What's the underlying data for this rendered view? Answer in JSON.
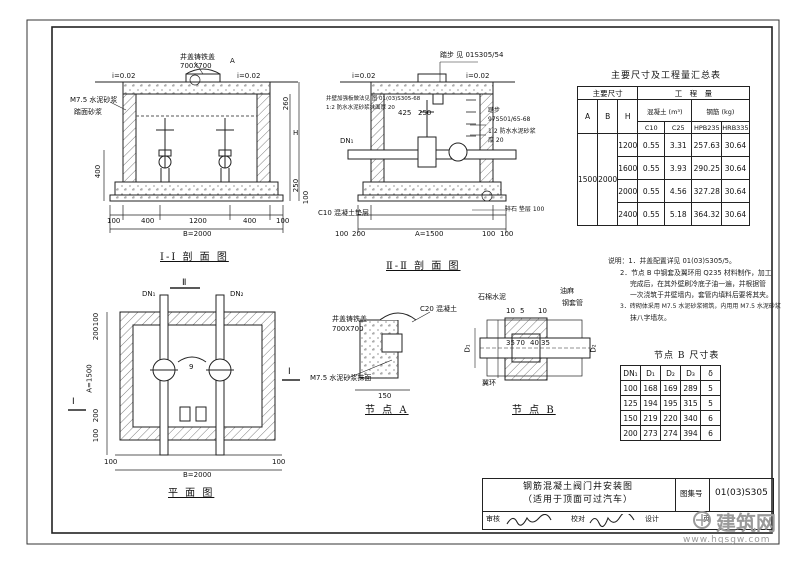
{
  "section1": {
    "title": "Ⅰ-Ⅰ 剖 面 图",
    "cover_label": "井盖铸铁盖",
    "cover_size": "700X700",
    "marker_a": "A",
    "slope_left": "i=0.02",
    "slope_right": "i=0.02",
    "mortar_label": "M7.5 水泥砂浆",
    "mortar_label2": "踏面砂浆",
    "dim_260": "260",
    "dim_h": "H",
    "dim_400": "400",
    "dim_250": "250",
    "dim_100": "100",
    "dims_bottom": [
      "100",
      "400",
      "1200",
      "400",
      "100"
    ],
    "dim_b": "B=2000"
  },
  "section2": {
    "title": "Ⅱ-Ⅱ 剖 面 图",
    "ref_label": "踏步 见 01S305/54",
    "slope_left": "i=0.02",
    "slope_right": "i=0.02",
    "callout1": "井壁加强板做法见 图 01(03)S305-68",
    "callout2": "1:2 防水水泥砂浆抹面厚 20",
    "callout3": "踏步",
    "callout3b": "97S501/65-68",
    "callout4": "1:2 防水水泥砂浆",
    "callout4b": "厚 20",
    "dims_mid": [
      "425",
      "250"
    ],
    "dn1": "DN₁",
    "base_label": "C10 混凝土垫层",
    "base_label2": "碎石 垫层 100",
    "dim_a": "A=1500",
    "dims_bottom": [
      "100",
      "200",
      "100",
      "100"
    ]
  },
  "plan": {
    "title": "平 面 图",
    "marker_ii": "Ⅱ",
    "marker_i": "Ⅰ",
    "dn1": "DN₁",
    "dn2": "DN₂",
    "num_9": "9",
    "dim_a": "A=1500",
    "dim_b": "B=2000",
    "dims_bottom": [
      "100",
      "100"
    ],
    "dims_side": [
      "100",
      "200",
      "200",
      "100"
    ]
  },
  "node_a": {
    "title": "节 点 A",
    "c20": "C20 混凝土",
    "cover": "井盖铸铁盖",
    "cover_size": "700X700",
    "mortar": "M7.5 水泥砂浆抹面",
    "dim_150": "150"
  },
  "node_b": {
    "title": "节 点 B",
    "labels": [
      "石棉水泥",
      "油麻",
      "钢套管",
      "翼环"
    ],
    "d1": "D₁",
    "d2": "D₂",
    "dims": [
      "10",
      "5",
      "70",
      "35",
      "40",
      "35",
      "10"
    ]
  },
  "notes": {
    "items": [
      "说明：1．井盖配置详见 01(03)S305/5。",
      "2．节点 B 中钢套及翼环用 Q235 材料制作，加工",
      "完成后，在其外壁刷冷底子油一遍，并根据管",
      "一次浇筑于井壁墙内，套管内填料后要将其夹。",
      "3．砖砌体采用 M7.5 水泥砂浆砌筑，内用用 M7.5 水泥砂浆",
      "抹八字墙灰。"
    ]
  },
  "qty_table": {
    "title": "主要尺寸及工程量汇总表",
    "h_main": "主要尺寸",
    "h_qty": "工　程　量",
    "h_a": "A",
    "h_b": "B",
    "h_h": "H",
    "h_conc": "混凝土 (m³)",
    "h_steel": "钢筋 (kg)",
    "h_c10": "C10",
    "h_c25": "C25",
    "h_hpb": "HPB235",
    "h_hrb": "HRB335",
    "a": "1500",
    "b": "2000",
    "rows": [
      [
        "1200",
        "0.55",
        "3.31",
        "257.63",
        "30.64"
      ],
      [
        "1600",
        "0.55",
        "3.93",
        "290.25",
        "30.64"
      ],
      [
        "2000",
        "0.55",
        "4.56",
        "327.28",
        "30.64"
      ],
      [
        "2400",
        "0.55",
        "5.18",
        "364.32",
        "30.64"
      ]
    ]
  },
  "nodeb_table": {
    "title": "节点 B 尺寸表",
    "headers": [
      "DN₁",
      "D₁",
      "D₂",
      "D₃",
      "δ"
    ],
    "rows": [
      [
        "100",
        "168",
        "169",
        "289",
        "5"
      ],
      [
        "125",
        "194",
        "195",
        "315",
        "5"
      ],
      [
        "150",
        "219",
        "220",
        "340",
        "6"
      ],
      [
        "200",
        "273",
        "274",
        "394",
        "6"
      ]
    ]
  },
  "titleblock": {
    "name1": "钢筋混凝土阀门井安装图",
    "name2": "（适用于顶面可过汽车）",
    "atlas_label": "图集号",
    "atlas_no": "01(03)S305",
    "review": "审核",
    "check": "校对",
    "design": "设计",
    "page": "页"
  },
  "watermark": {
    "logo": "建筑网",
    "url": "www.hqsgw.com"
  }
}
